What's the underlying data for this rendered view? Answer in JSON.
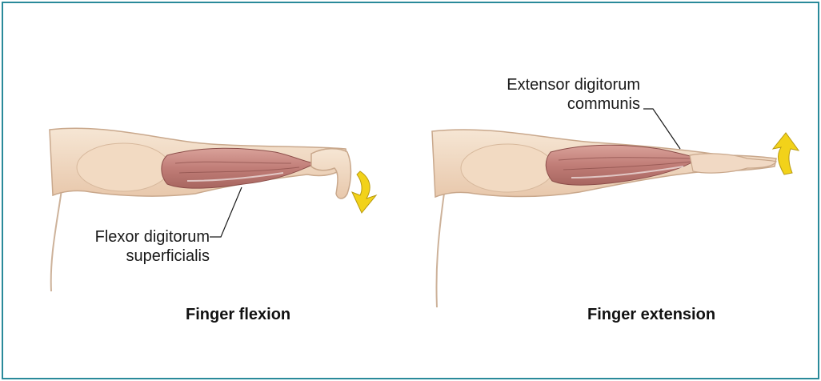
{
  "panels": [
    {
      "caption": "Finger flexion",
      "muscle_label_line1": "Flexor digitorum",
      "muscle_label_line2": "superficialis",
      "arrow_direction": "down"
    },
    {
      "caption": "Finger extension",
      "muscle_label_line1": "Extensor digitorum",
      "muscle_label_line2": "communis",
      "arrow_direction": "up"
    }
  ],
  "colors": {
    "border": "#2a8a9a",
    "skin": "#f3dcc6",
    "muscle": "#c98a84",
    "arrow": "#f2d21a"
  }
}
